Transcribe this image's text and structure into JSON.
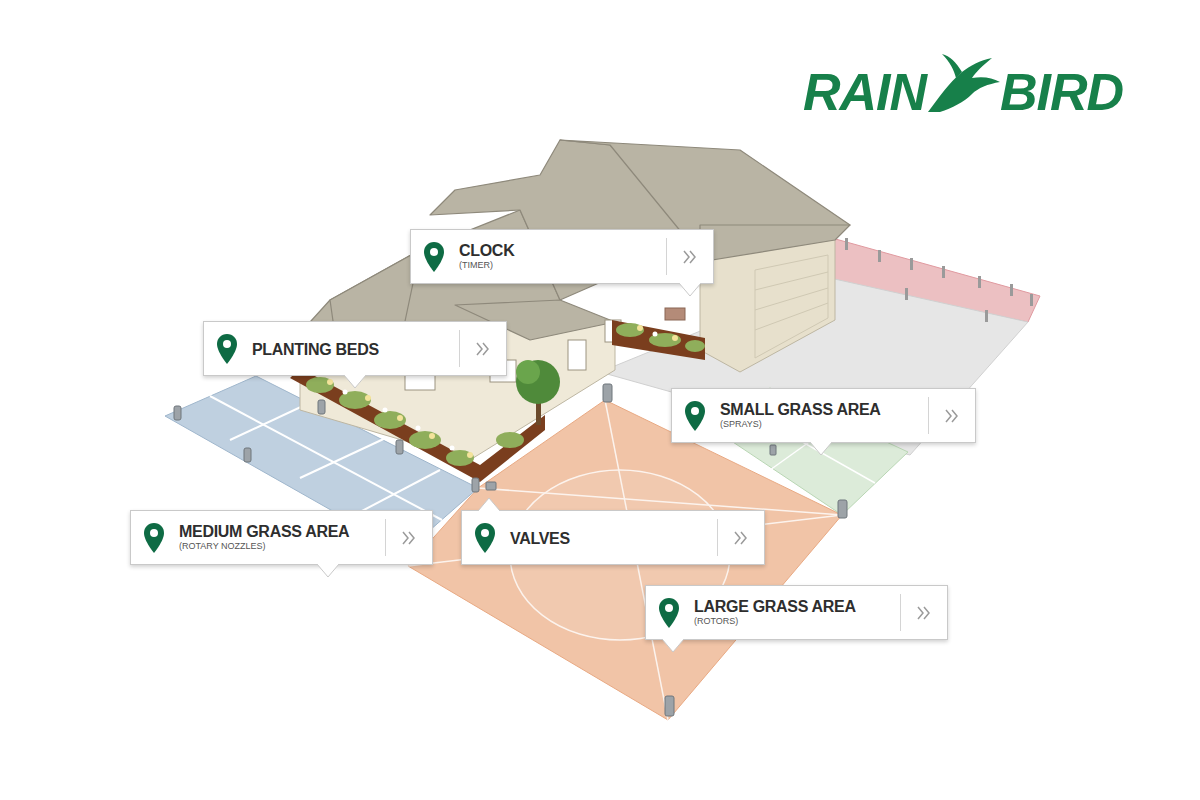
{
  "diagram": {
    "nodes": [
      {
        "text": [
          "CLOCK",
          "(TIMER)"
        ]
      },
      {
        "text": [
          "PLANTING BEDS"
        ]
      },
      {
        "text": [
          "SMALL GRASS AREA",
          "(SPRAYS)"
        ]
      },
      {
        "text": [
          "MEDIUM GRASS AREA",
          "(ROTARY NOZZLES)"
        ]
      },
      {
        "text": [
          "VALVES"
        ]
      },
      {
        "text": [
          "LARGE GRASS AREA",
          "(ROTORS)"
        ]
      }
    ],
    "labels": [
      "RAIN",
      "BIRD"
    ]
  }
}
